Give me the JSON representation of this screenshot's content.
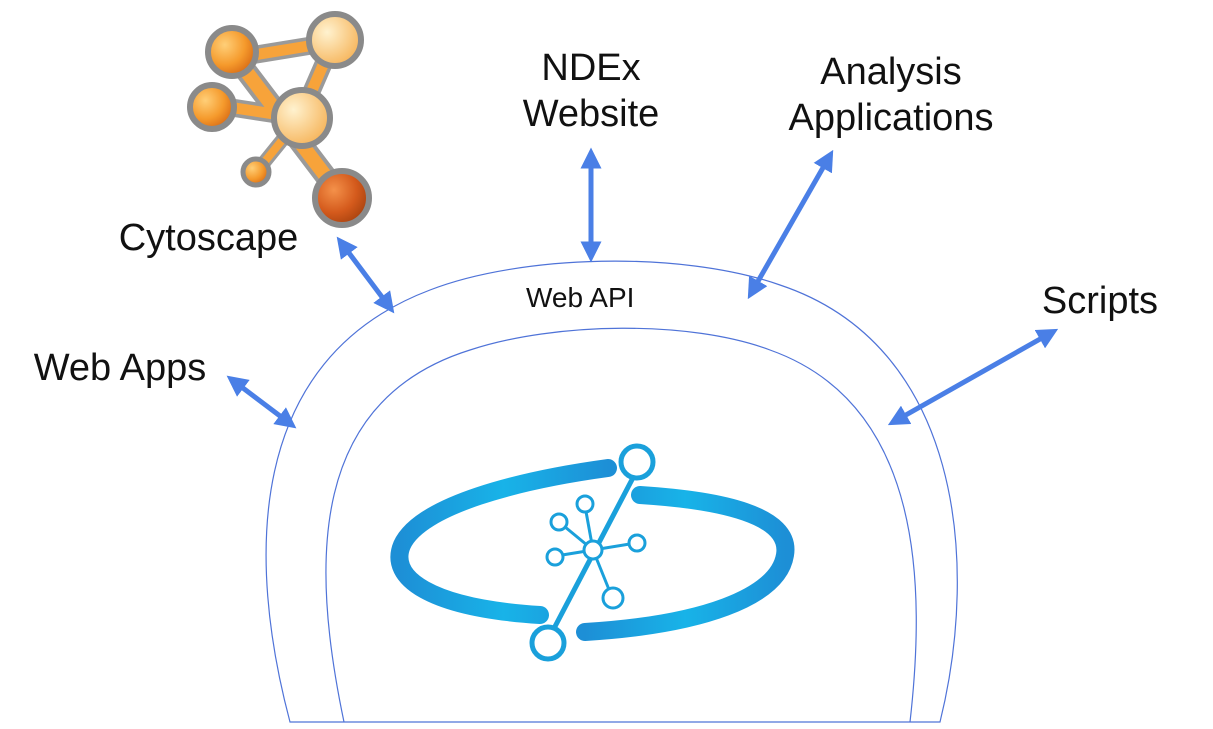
{
  "labels": {
    "ndex_line1": "NDEx",
    "ndex_line2": "Website",
    "analysis_line1": "Analysis",
    "analysis_line2": "Applications",
    "cytoscape": "Cytoscape",
    "web_apps": "Web Apps",
    "scripts": "Scripts",
    "web_api": "Web API"
  },
  "colors": {
    "arrow": "#4a7fe6",
    "dome_outline": "#4f73d8",
    "ndex_logo_blue": "#1aa0db",
    "cytoscape_orange": "#f08a24",
    "text": "#111111"
  },
  "icons": {
    "center": "ndex-logo-icon",
    "top_left": "cytoscape-logo-icon"
  }
}
